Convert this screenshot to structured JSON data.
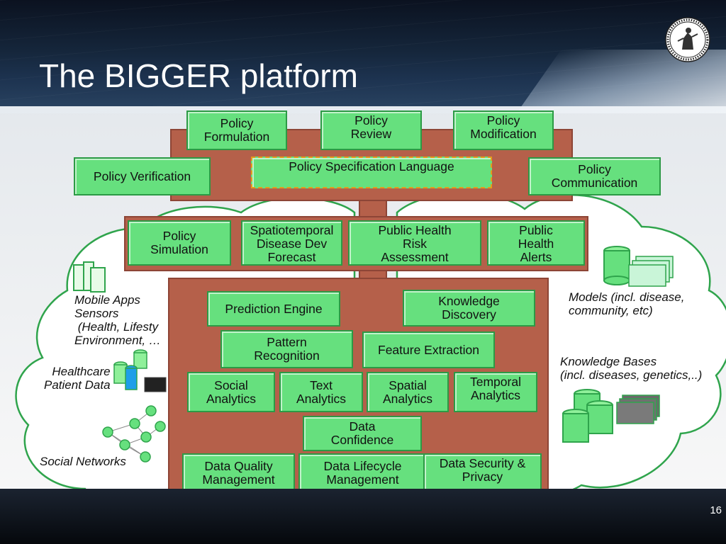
{
  "slide": {
    "title": "The BIGGER platform",
    "page_number": "16"
  },
  "policy_layer": {
    "formulation": "Policy\nFormulation",
    "review": "Policy\nReview",
    "modification": "Policy\nModification",
    "verification": "Policy Verification",
    "specification_language": "Policy Specification Language",
    "communication": "Policy\nCommunication"
  },
  "application_layer": {
    "simulation": "Policy\nSimulation",
    "spatiotemporal": "Spatiotemporal\nDisease Dev\nForecast",
    "risk_assessment": "Public Health\nRisk\nAssessment",
    "alerts": "Public\nHealth\nAlerts"
  },
  "analytics_layer": {
    "prediction_engine": "Prediction Engine",
    "knowledge_discovery": "Knowledge\nDiscovery",
    "pattern_recognition": "Pattern\nRecognition",
    "feature_extraction": "Feature Extraction",
    "social_analytics": "Social\nAnalytics",
    "text_analytics": "Text\nAnalytics",
    "spatial_analytics": "Spatial\nAnalytics",
    "temporal_analytics": "Temporal\nAnalytics",
    "data_confidence": "Data\nConfidence",
    "data_quality": "Data Quality\nManagement",
    "data_lifecycle": "Data Lifecycle\nManagement",
    "data_security": "Data Security &\nPrivacy"
  },
  "data_sources": {
    "mobile_apps": "Mobile Apps\nSensors\n (Health, Lifesty\nEnvironment, …",
    "healthcare": "Healthcare\nPatient Data",
    "social_networks": "Social Networks",
    "models": "Models (incl. disease,\ncommunity, etc)",
    "knowledge_bases": "Knowledge Bases\n(incl. diseases, genetics,..)"
  },
  "colors": {
    "box_fill": "#66e07e",
    "box_border": "#2c9a45",
    "frame_brown": "#b5604a",
    "dashed_border": "#e59b1a"
  }
}
